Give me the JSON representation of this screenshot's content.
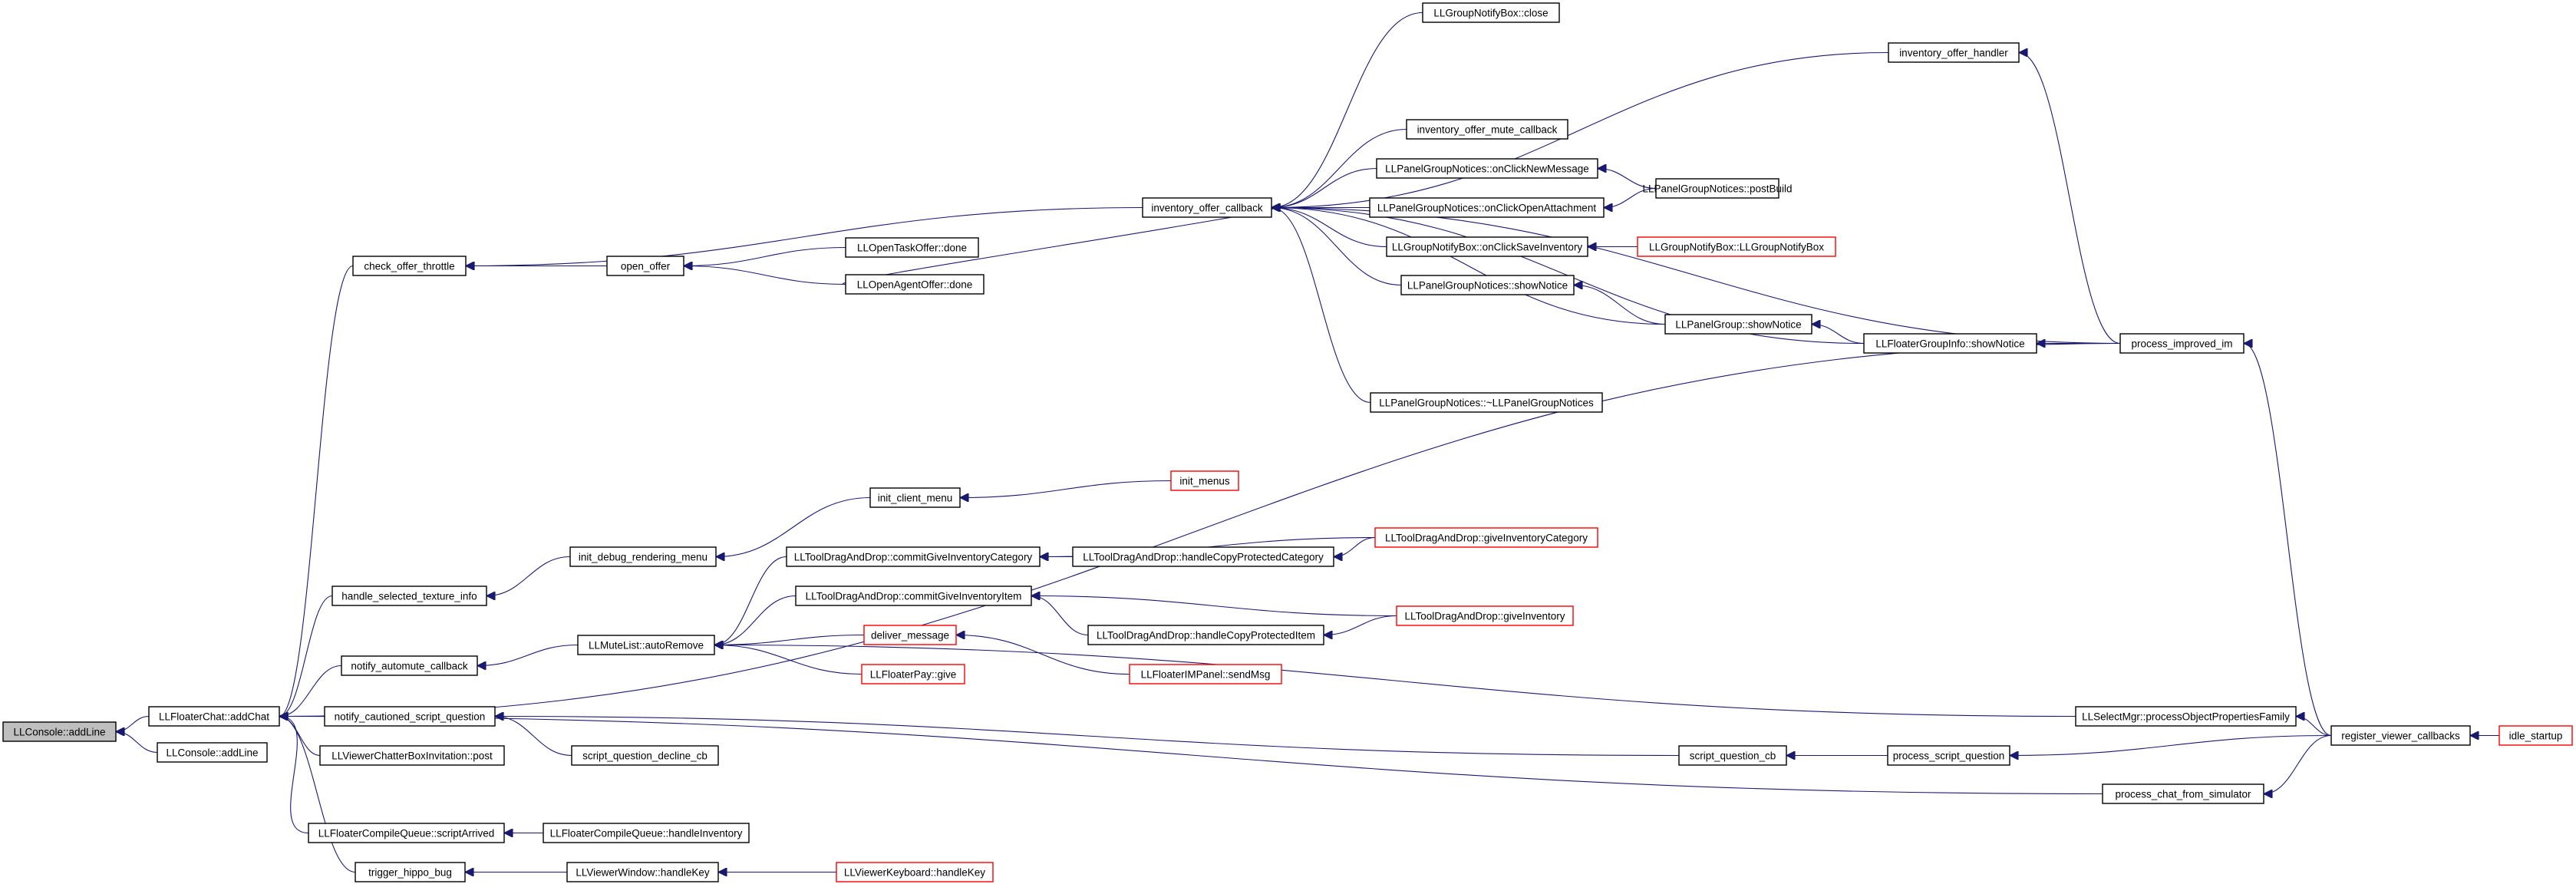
{
  "graph": {
    "edge_color": "#191970",
    "node_fill": "#ffffff",
    "root_fill": "#bfbfbf",
    "link_border": "#000000",
    "external_border": "#ff0000",
    "nodes": [
      {
        "id": "n0",
        "label": "LLConsole::addLine",
        "style": "root"
      },
      {
        "id": "n1",
        "label": "LLFloaterChat::addChat",
        "style": "normal"
      },
      {
        "id": "n2",
        "label": "LLConsole::addLine",
        "style": "normal"
      },
      {
        "id": "n3",
        "label": "check_offer_throttle",
        "style": "normal"
      },
      {
        "id": "n4",
        "label": "open_offer",
        "style": "normal"
      },
      {
        "id": "n5",
        "label": "LLOpenTaskOffer::done",
        "style": "normal"
      },
      {
        "id": "n6",
        "label": "LLOpenAgentOffer::done",
        "style": "normal"
      },
      {
        "id": "n7",
        "label": "inventory_offer_callback",
        "style": "normal"
      },
      {
        "id": "n8",
        "label": "LLGroupNotifyBox::close",
        "style": "normal"
      },
      {
        "id": "n9",
        "label": "inventory_offer_handler",
        "style": "normal"
      },
      {
        "id": "n10",
        "label": "inventory_offer_mute_callback",
        "style": "normal"
      },
      {
        "id": "n11",
        "label": "LLPanelGroupNotices::onClickNewMessage",
        "style": "normal"
      },
      {
        "id": "n12",
        "label": "LLPanelGroupNotices::postBuild",
        "style": "normal"
      },
      {
        "id": "n13",
        "label": "LLPanelGroupNotices::onClickOpenAttachment",
        "style": "normal"
      },
      {
        "id": "n14",
        "label": "LLGroupNotifyBox::onClickSaveInventory",
        "style": "normal"
      },
      {
        "id": "n15",
        "label": "LLGroupNotifyBox::LLGroupNotifyBox",
        "style": "external"
      },
      {
        "id": "n16",
        "label": "LLPanelGroupNotices::showNotice",
        "style": "normal"
      },
      {
        "id": "n17",
        "label": "LLPanelGroup::showNotice",
        "style": "normal"
      },
      {
        "id": "n18",
        "label": "LLFloaterGroupInfo::showNotice",
        "style": "normal"
      },
      {
        "id": "n19",
        "label": "process_improved_im",
        "style": "normal"
      },
      {
        "id": "n20",
        "label": "LLPanelGroupNotices::~LLPanelGroupNotices",
        "style": "normal"
      },
      {
        "id": "n21",
        "label": "init_client_menu",
        "style": "normal"
      },
      {
        "id": "n22",
        "label": "init_menus",
        "style": "external"
      },
      {
        "id": "n23",
        "label": "init_debug_rendering_menu",
        "style": "normal"
      },
      {
        "id": "n24",
        "label": "handle_selected_texture_info",
        "style": "normal"
      },
      {
        "id": "n25",
        "label": "LLToolDragAndDrop::commitGiveInventoryCategory",
        "style": "normal"
      },
      {
        "id": "n26",
        "label": "LLToolDragAndDrop::handleCopyProtectedCategory",
        "style": "normal"
      },
      {
        "id": "n27",
        "label": "LLToolDragAndDrop::giveInventoryCategory",
        "style": "external"
      },
      {
        "id": "n28",
        "label": "LLToolDragAndDrop::commitGiveInventoryItem",
        "style": "normal"
      },
      {
        "id": "n29",
        "label": "LLToolDragAndDrop::handleCopyProtectedItem",
        "style": "normal"
      },
      {
        "id": "n30",
        "label": "LLToolDragAndDrop::giveInventory",
        "style": "external"
      },
      {
        "id": "n31",
        "label": "deliver_message",
        "style": "external"
      },
      {
        "id": "n32",
        "label": "LLFloaterIMPanel::sendMsg",
        "style": "external"
      },
      {
        "id": "n33",
        "label": "LLFloaterPay::give",
        "style": "external"
      },
      {
        "id": "n34",
        "label": "notify_automute_callback",
        "style": "normal"
      },
      {
        "id": "n35",
        "label": "LLMuteList::autoRemove",
        "style": "normal"
      },
      {
        "id": "n36",
        "label": "LLSelectMgr::processObjectPropertiesFamily",
        "style": "normal"
      },
      {
        "id": "n37",
        "label": "notify_cautioned_script_question",
        "style": "normal"
      },
      {
        "id": "n38",
        "label": "script_question_decline_cb",
        "style": "normal"
      },
      {
        "id": "n39",
        "label": "script_question_cb",
        "style": "normal"
      },
      {
        "id": "n40",
        "label": "process_script_question",
        "style": "normal"
      },
      {
        "id": "n41",
        "label": "register_viewer_callbacks",
        "style": "normal"
      },
      {
        "id": "n42",
        "label": "idle_startup",
        "style": "external"
      },
      {
        "id": "n43",
        "label": "LLViewerChatterBoxInvitation::post",
        "style": "normal"
      },
      {
        "id": "n44",
        "label": "process_chat_from_simulator",
        "style": "normal"
      },
      {
        "id": "n45",
        "label": "LLFloaterCompileQueue::scriptArrived",
        "style": "normal"
      },
      {
        "id": "n46",
        "label": "LLFloaterCompileQueue::handleInventory",
        "style": "normal"
      },
      {
        "id": "n47",
        "label": "trigger_hippo_bug",
        "style": "normal"
      },
      {
        "id": "n48",
        "label": "LLViewerWindow::handleKey",
        "style": "normal"
      },
      {
        "id": "n49",
        "label": "LLViewerKeyboard::handleKey",
        "style": "external"
      }
    ],
    "edges": [
      [
        "n1",
        "n0"
      ],
      [
        "n2",
        "n0"
      ],
      [
        "n3",
        "n1"
      ],
      [
        "n24",
        "n1"
      ],
      [
        "n34",
        "n1"
      ],
      [
        "n37",
        "n1"
      ],
      [
        "n43",
        "n1"
      ],
      [
        "n44",
        "n1"
      ],
      [
        "n45",
        "n1"
      ],
      [
        "n47",
        "n1"
      ],
      [
        "n19",
        "n1"
      ],
      [
        "n4",
        "n3"
      ],
      [
        "n7",
        "n3"
      ],
      [
        "n5",
        "n4"
      ],
      [
        "n6",
        "n4"
      ],
      [
        "n6",
        "n7"
      ],
      [
        "n8",
        "n7"
      ],
      [
        "n9",
        "n7"
      ],
      [
        "n10",
        "n7"
      ],
      [
        "n11",
        "n7"
      ],
      [
        "n13",
        "n7"
      ],
      [
        "n14",
        "n7"
      ],
      [
        "n16",
        "n7"
      ],
      [
        "n17",
        "n7"
      ],
      [
        "n18",
        "n7"
      ],
      [
        "n20",
        "n7"
      ],
      [
        "n19",
        "n7"
      ],
      [
        "n12",
        "n11"
      ],
      [
        "n12",
        "n13"
      ],
      [
        "n15",
        "n14"
      ],
      [
        "n17",
        "n16"
      ],
      [
        "n18",
        "n17"
      ],
      [
        "n19",
        "n18"
      ],
      [
        "n19",
        "n9"
      ],
      [
        "n41",
        "n19"
      ],
      [
        "n42",
        "n41"
      ],
      [
        "n23",
        "n24"
      ],
      [
        "n21",
        "n23"
      ],
      [
        "n22",
        "n21"
      ],
      [
        "n35",
        "n34"
      ],
      [
        "n25",
        "n35"
      ],
      [
        "n28",
        "n35"
      ],
      [
        "n31",
        "n35"
      ],
      [
        "n33",
        "n35"
      ],
      [
        "n36",
        "n35"
      ],
      [
        "n26",
        "n25"
      ],
      [
        "n27",
        "n25"
      ],
      [
        "n27",
        "n26"
      ],
      [
        "n29",
        "n28"
      ],
      [
        "n30",
        "n28"
      ],
      [
        "n30",
        "n29"
      ],
      [
        "n32",
        "n31"
      ],
      [
        "n41",
        "n36"
      ],
      [
        "n38",
        "n37"
      ],
      [
        "n39",
        "n37"
      ],
      [
        "n40",
        "n39"
      ],
      [
        "n41",
        "n40"
      ],
      [
        "n41",
        "n44"
      ],
      [
        "n46",
        "n45"
      ],
      [
        "n48",
        "n47"
      ],
      [
        "n49",
        "n48"
      ]
    ]
  }
}
